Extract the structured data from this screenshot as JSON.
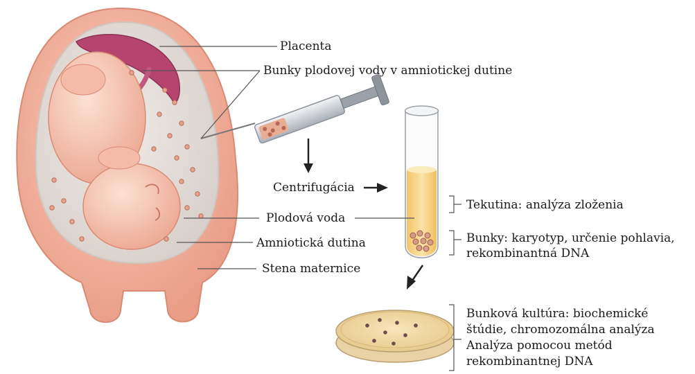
{
  "labels": {
    "placenta": "Placenta",
    "amniotic_cells": "Bunky plodovej vody v amniotickej dutine",
    "centrifugation": "Centrifugácia",
    "amniotic_fluid": "Plodová voda",
    "amniotic_cavity": "Amniotická dutina",
    "uterine_wall": "Stena maternice",
    "fluid_analysis": "Tekutina: analýza zloženia",
    "cells_line1": "Bunky: karyotyp, určenie pohlavia,",
    "cells_line2": "rekombinantná DNA",
    "culture_line1": "Bunková kultúra: biochemické",
    "culture_line2": "štúdie, chromozomálna analýza",
    "culture_line3": "Analýza pomocou metód",
    "culture_line4": "rekombinantnej DNA"
  },
  "colors": {
    "uterus_outer": "#f2b3a0",
    "uterus_inner": "#e8e1dc",
    "fetus_skin": "#f6c7b5",
    "placenta": "#b5456f",
    "syringe_barrel": "#d9dde2",
    "tube_fluid": "#f7d488",
    "dish": "#f3dba8",
    "line": "#555555",
    "arrow": "#222222"
  }
}
